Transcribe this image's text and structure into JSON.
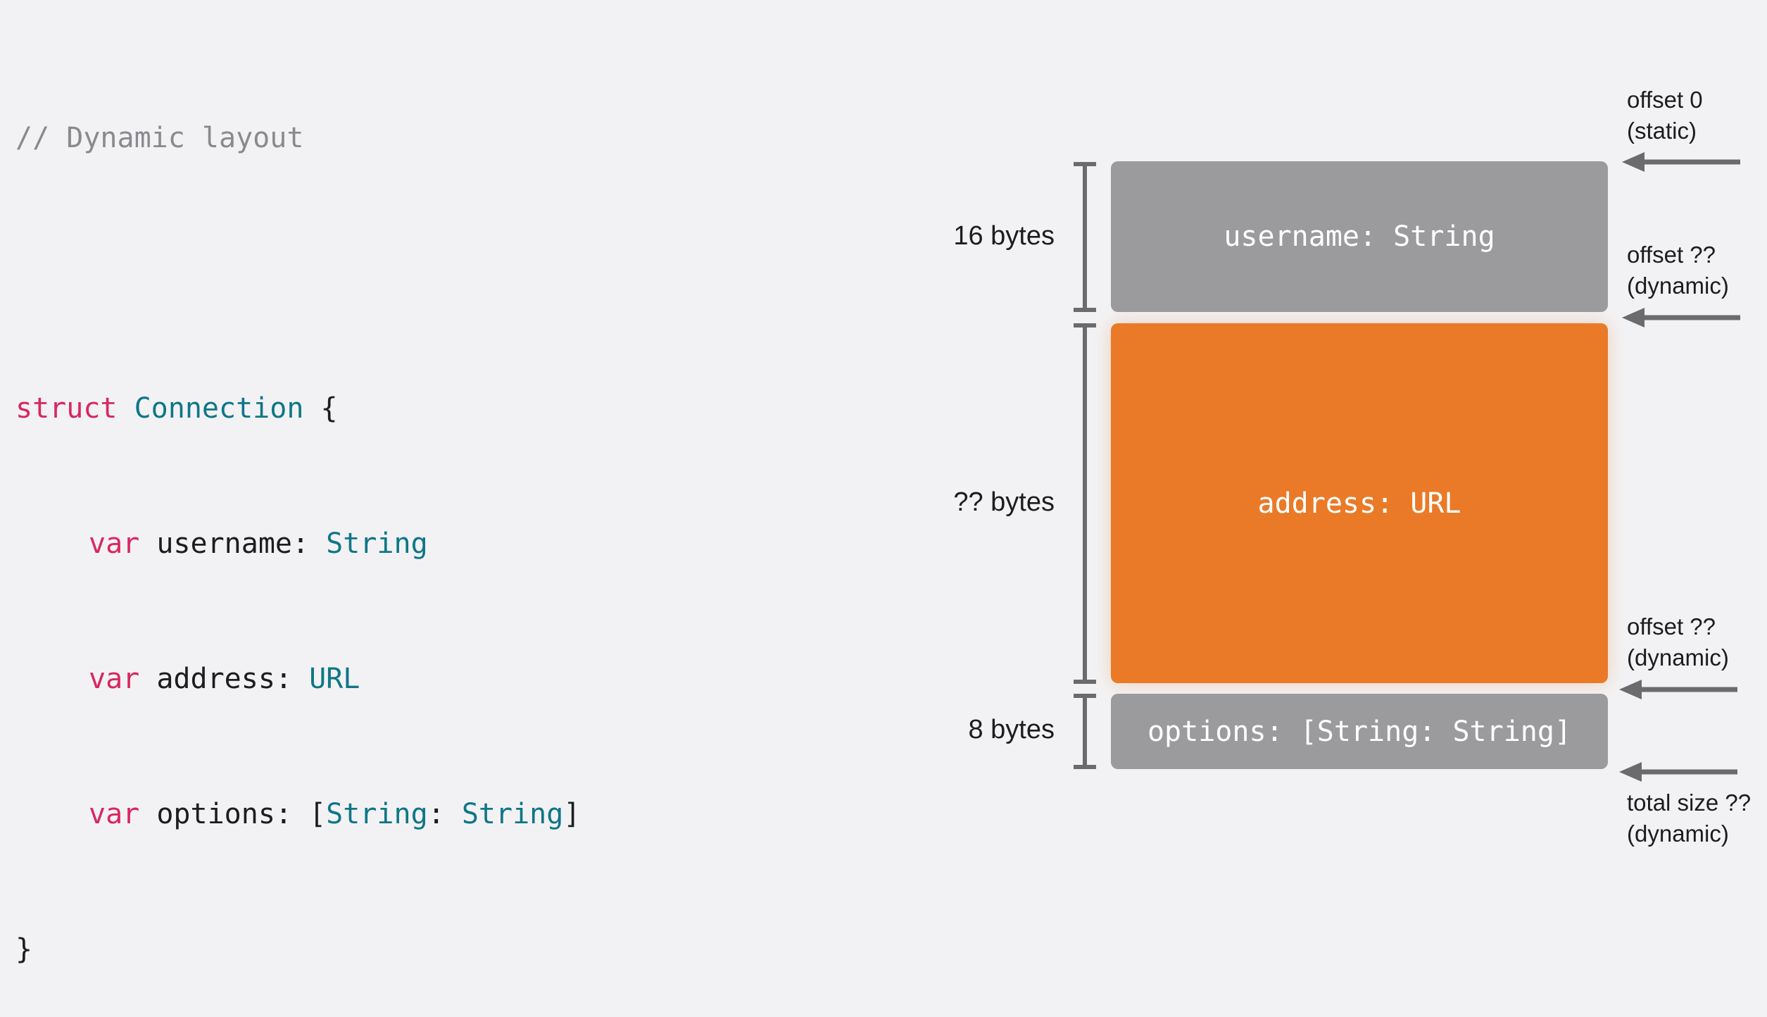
{
  "code": {
    "comment": "// Dynamic layout",
    "struct_keyword": "struct",
    "struct_name": "Connection",
    "open_brace": " {",
    "close_brace": "}",
    "fields": [
      {
        "keyword": "var",
        "name": " username: ",
        "type": "String"
      },
      {
        "keyword": "var",
        "name": " address: ",
        "type": "URL"
      },
      {
        "keyword": "var",
        "name": " options: [",
        "key_type": "String",
        "sep": ": ",
        "value_type": "String",
        "end": "]"
      }
    ]
  },
  "layout": {
    "fields": [
      {
        "label": "username: String",
        "size_label": "16 bytes",
        "color": "#9b9b9d"
      },
      {
        "label": "address: URL",
        "size_label": "?? bytes",
        "color": "#ea7a27"
      },
      {
        "label": "options: [String: String]",
        "size_label": "8 bytes",
        "color": "#9b9b9d"
      }
    ],
    "offsets": [
      {
        "line1": "offset 0",
        "line2": "(static)"
      },
      {
        "line1": "offset ??",
        "line2": "(dynamic)"
      },
      {
        "line1": "offset ??",
        "line2": "(dynamic)"
      },
      {
        "line1": "total size ??",
        "line2": "(dynamic)"
      }
    ]
  },
  "colors": {
    "keyword": "#d9275f",
    "type": "#0f7687",
    "comment": "#8a8a8e",
    "bracket_and_arrow": "#6b6b6e"
  }
}
